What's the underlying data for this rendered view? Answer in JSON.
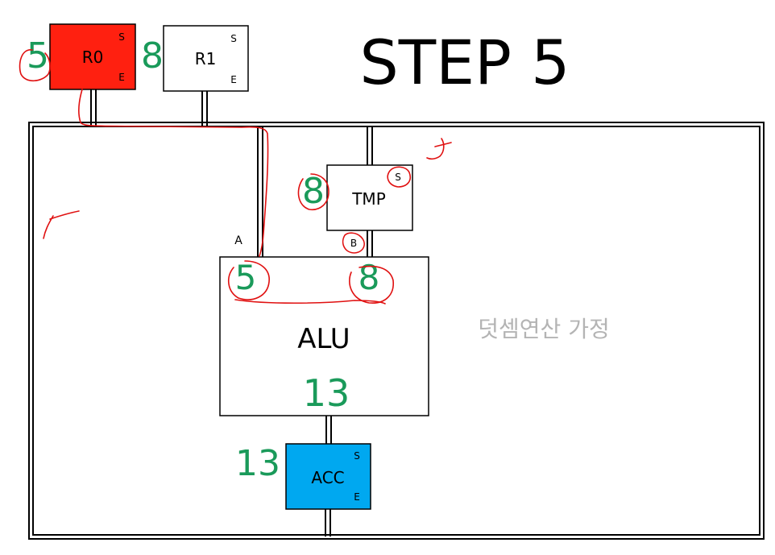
{
  "title": "STEP 5",
  "colors": {
    "r0_fill": "#ff2010",
    "acc_fill": "#00a8f0",
    "value_green": "#1a9a5a",
    "annotation_red": "#e01010",
    "note_gray": "#b4b4b4"
  },
  "registers": {
    "r0": {
      "name": "R0",
      "flag_s": "S",
      "flag_e": "E",
      "value": "5"
    },
    "r1": {
      "name": "R1",
      "flag_s": "S",
      "flag_e": "E",
      "value": "8"
    },
    "tmp": {
      "name": "TMP",
      "flag_s": "S",
      "value": "8"
    },
    "acc": {
      "name": "ACC",
      "flag_s": "S",
      "flag_e": "E",
      "value": "13"
    }
  },
  "alu": {
    "name": "ALU",
    "input_a_label": "A",
    "input_b_label": "B",
    "input_a_value": "5",
    "input_b_value": "8",
    "output_value": "13"
  },
  "note": "덧셈연산 가정"
}
